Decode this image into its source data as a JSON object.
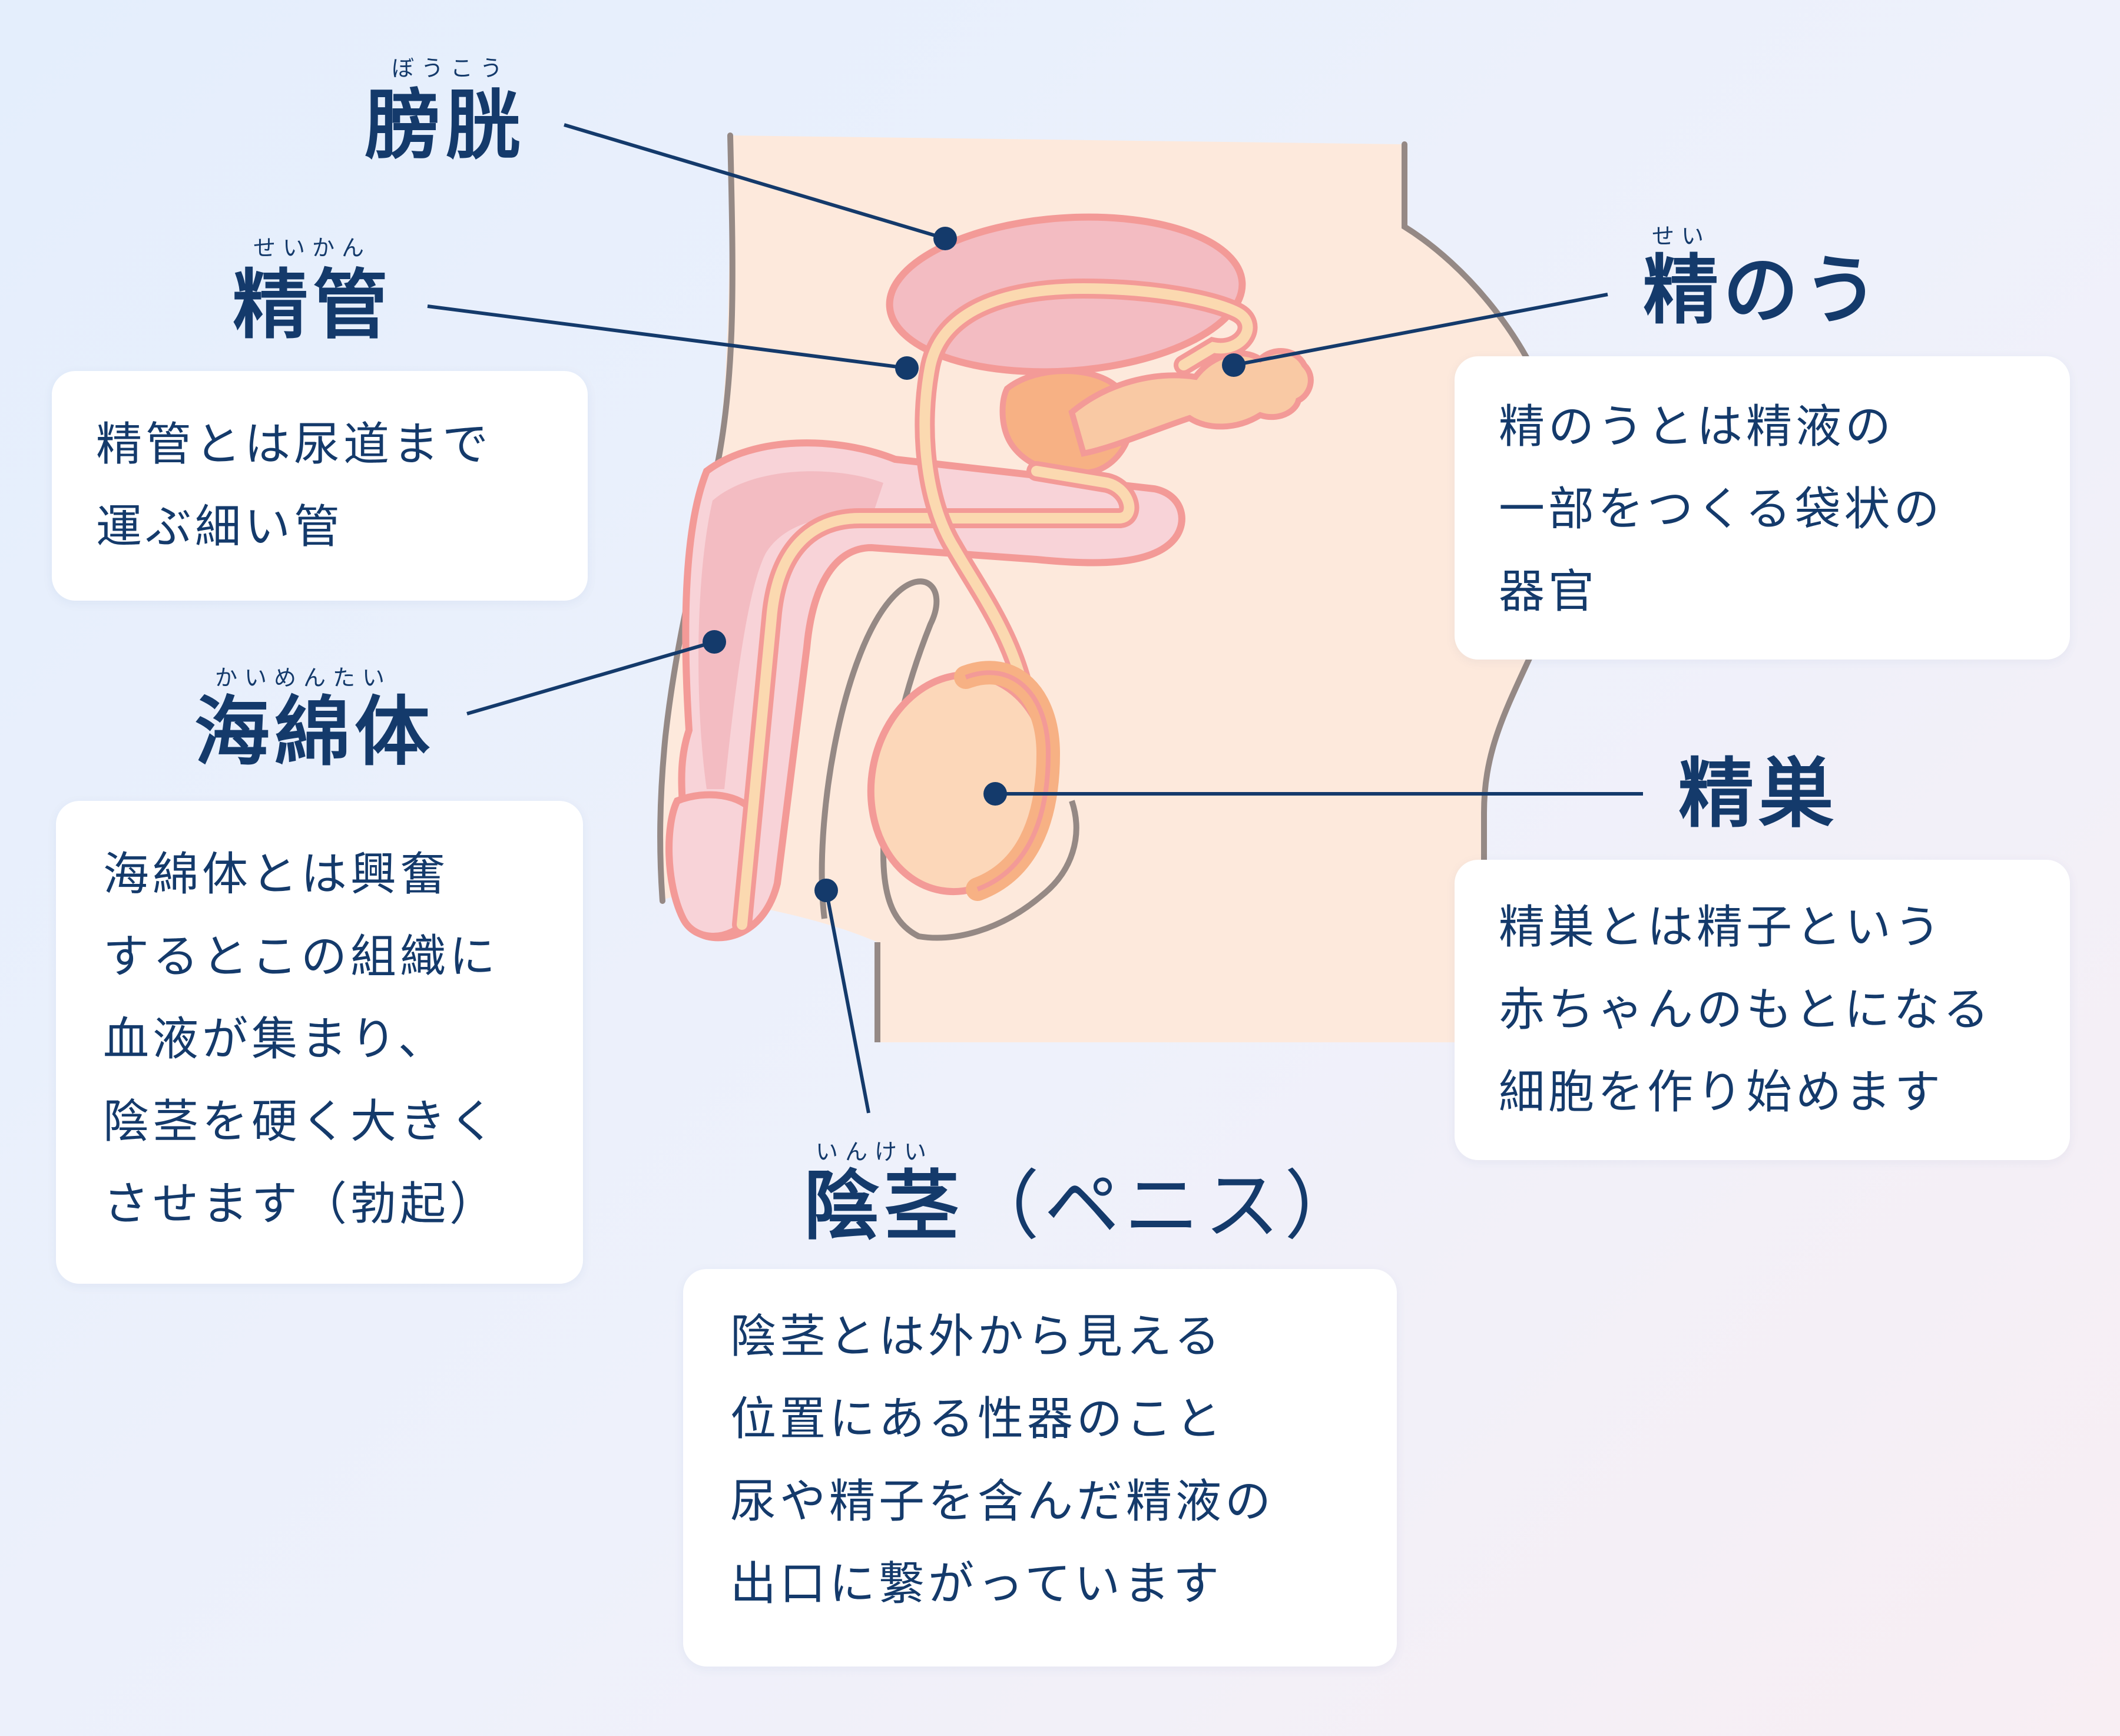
{
  "labels": {
    "bladder": {
      "ruby": "ぼうこう",
      "term": "膀胱"
    },
    "vas": {
      "ruby": "せいかん",
      "term": "精管"
    },
    "seminal": {
      "ruby": "せい",
      "term": "精のう"
    },
    "corpus": {
      "ruby": "かいめんたい",
      "term": "海綿体"
    },
    "testis": {
      "term": "精巣"
    },
    "penis": {
      "ruby": "いんけい",
      "term": "陰茎",
      "paren": "（ペニス）"
    }
  },
  "cards": {
    "vas": "精管とは尿道まで\n運ぶ細い管",
    "seminal": "精のうとは精液の\n一部をつくる袋状の\n器官",
    "corpus": "海綿体とは興奮\nするとこの組織に\n血液が集まり、\n陰茎を硬く大きく\nさせます（勃起）",
    "testis": "精巣とは精子という\n赤ちゃんのもとになる\n細胞を作り始めます",
    "penis": "陰茎とは外から見える\n位置にある性器のこと\n尿や精子を含んだ精液の\n出口に繋がっています"
  },
  "colors": {
    "navy": "#143a6b",
    "skin": "#fde9dc",
    "outline": "#f39a97",
    "organ_fill": "#f7c8ce",
    "tube": "#fbd9b0",
    "testis_fill": "#fcd7b9",
    "prostate": "#f7b184",
    "body_outline": "#958985"
  }
}
